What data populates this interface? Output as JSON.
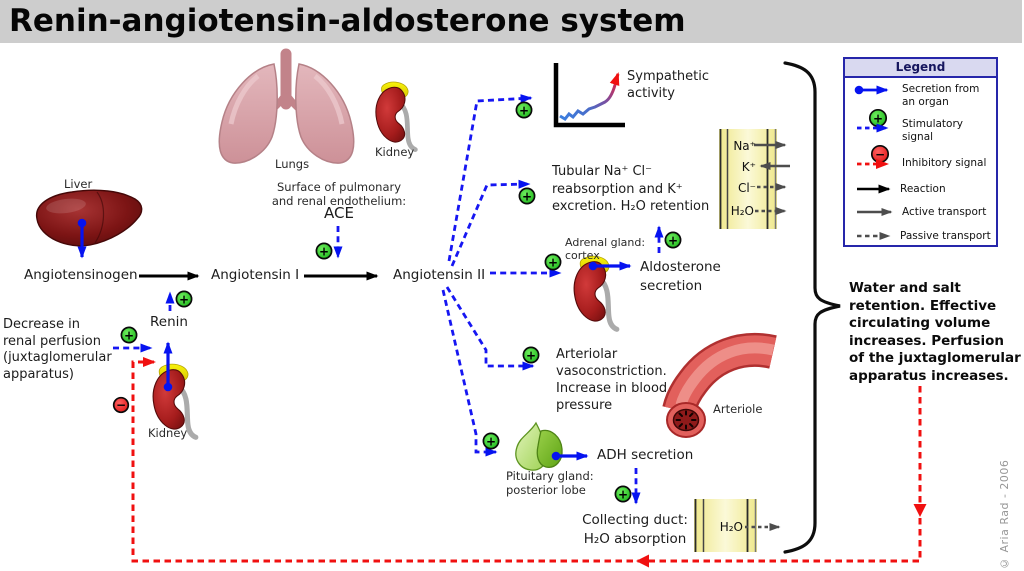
{
  "title": "Renin-angiotensin-aldosterone system",
  "symbols": {
    "plus": "+",
    "minus": "−"
  },
  "labels": {
    "liver": "Liver",
    "lungs": "Lungs",
    "kidney_top": "Kidney",
    "kidney_bottom": "Kidney",
    "ace_context": "Surface of pulmonary\nand renal endothelium:",
    "ace": "ACE",
    "angiotensinogen": "Angiotensinogen",
    "angiotensin_i": "Angiotensin I",
    "angiotensin_ii": "Angiotensin II",
    "renin": "Renin",
    "decrease": "Decrease in\nrenal perfusion\n(juxtaglomerular\napparatus)",
    "sympathetic": "Sympathetic\nactivity",
    "tubular": "Tubular Na⁺ Cl⁻\nreabsorption and K⁺\nexcretion. H₂O retention",
    "adrenal_gland": "Adrenal gland:\ncortex",
    "aldosterone": "Aldosterone\nsecretion",
    "arteriolar": "Arteriolar\nvasoconstriction.\nIncrease in blood\npressure",
    "arteriole": "Arteriole",
    "adh": "ADH secretion",
    "pituitary_gland": "Pituitary gland:\nposterior lobe",
    "collecting_duct": "Collecting duct:\nH₂O absorption",
    "summary": "Water and salt\nretention. Effective\ncirculating volume\nincreases. Perfusion\nof the juxtaglomerular\napparatus increases.",
    "copyright": "© Aria Rad - 2006"
  },
  "membrane_top": {
    "ions": [
      "Na⁺",
      "K⁺",
      "Cl⁻",
      "H₂O"
    ],
    "transports": [
      "active-right",
      "active-left",
      "passive-right",
      "passive-right"
    ]
  },
  "membrane_bottom": {
    "ion": "H₂O",
    "transport": "passive-right"
  },
  "legend": {
    "title": "Legend",
    "items": [
      {
        "label": "Secretion from\nan organ",
        "type": "secretion"
      },
      {
        "label": "Stimulatory\nsignal",
        "type": "stimulatory"
      },
      {
        "label": "Inhibitory signal",
        "type": "inhibitory"
      },
      {
        "label": "Reaction",
        "type": "reaction"
      },
      {
        "label": "Active transport",
        "type": "active-transport"
      },
      {
        "label": "Passive transport",
        "type": "passive-transport"
      }
    ]
  },
  "colors": {
    "secretion_blue": "#0613f0",
    "stimulatory_blue": "#1616f2",
    "inhibitory_red": "#f01010",
    "plus_green": "#22c322",
    "reaction_black": "#000000",
    "transport_gray": "#4d4d4d",
    "membrane_yellow": "#f2ec95",
    "title_bar_gray": "#cdcdcd",
    "legend_border_navy": "#2626aa",
    "liver_maroon": "#7c1414",
    "kidney_red": "#a51c1c",
    "lung_pink": "#d8a3a9",
    "pituitary_green": "#8cc838",
    "arteriole_red": "#e2605c"
  }
}
